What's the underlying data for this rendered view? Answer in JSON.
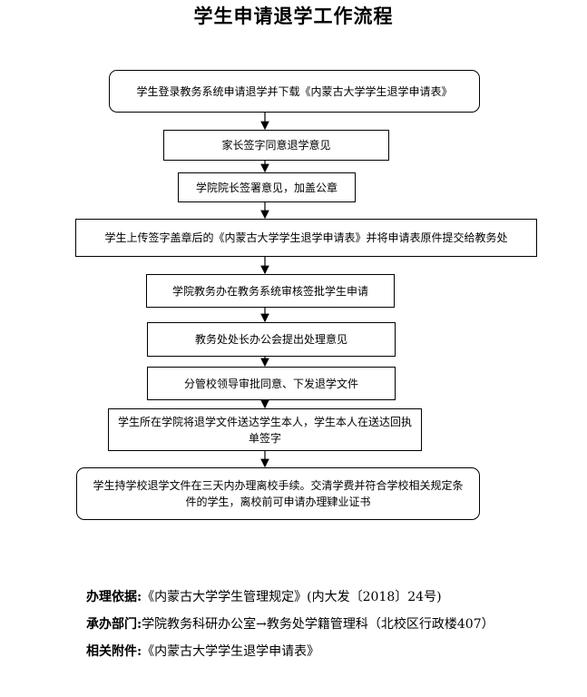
{
  "title": "学生申请退学工作流程",
  "steps": [
    {
      "text": "学生登录教务系统申请退学并下载《内蒙古大学学生退学申请表》"
    },
    {
      "text": "家长签字同意退学意见"
    },
    {
      "text": "学院院长签署意见，加盖公章"
    },
    {
      "text": "学生上传签字盖章后的《内蒙古大学学生退学申请表》并将申请表原件提交给教务处"
    },
    {
      "text": "学院教务办在教务系统审核签批学生申请"
    },
    {
      "text": "教务处处长办公会提出处理意见"
    },
    {
      "text": "分管校领导审批同意、下发退学文件"
    },
    {
      "text": "学生所在学院将退学文件送达学生本人，学生本人在送达回执单签字"
    },
    {
      "text": "学生持学校退学文件在三天内办理离校手续。交清学费并符合学校相关规定条件的学生，离校前可申请办理肄业证书"
    }
  ],
  "info": {
    "basis_label": "办理依据:",
    "basis_value": "《内蒙古大学学生管理规定》(内大发〔2018〕24号)",
    "dept_label": "承办部门:",
    "dept_value": "学院教务科研办公室→教务处学籍管理科（北校区行政楼407）",
    "attach_label": "相关附件:",
    "attach_value": "《内蒙古大学学生退学申请表》"
  }
}
